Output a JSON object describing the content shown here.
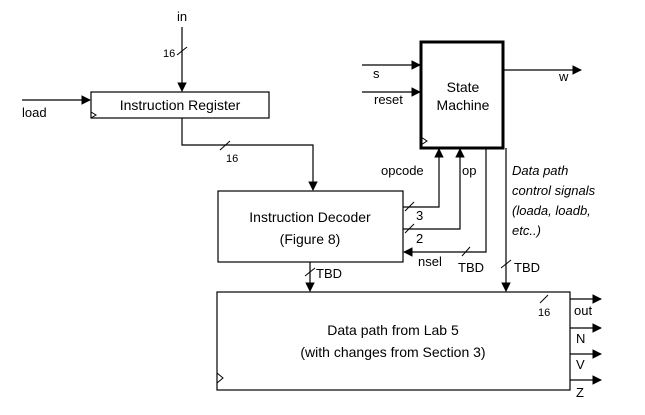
{
  "inputs": {
    "in": "in",
    "load": "load",
    "s": "s",
    "reset": "reset"
  },
  "outputs": {
    "w": "w",
    "out": "out",
    "N": "N",
    "V": "V",
    "Z": "Z"
  },
  "blocks": {
    "instruction_register": "Instruction Register",
    "state_machine_line1": "State",
    "state_machine_line2": "Machine",
    "instruction_decoder_line1": "Instruction Decoder",
    "instruction_decoder_line2": "(Figure 8)",
    "datapath_line1": "Data path from Lab 5",
    "datapath_line2": "(with changes from Section 3)"
  },
  "signals": {
    "opcode": "opcode",
    "op": "op",
    "nsel": "nsel",
    "tbd_decoder": "TBD",
    "tbd_nsel": "TBD",
    "tbd_control": "TBD"
  },
  "bus_widths": {
    "in_width": "16",
    "ir_width": "16",
    "opcode_width": "3",
    "op_width": "2",
    "out_width": "16"
  },
  "annotation": {
    "line1": "Data path",
    "line2": "control signals",
    "line3": "(loada, loadb,",
    "line4": "etc..)"
  }
}
